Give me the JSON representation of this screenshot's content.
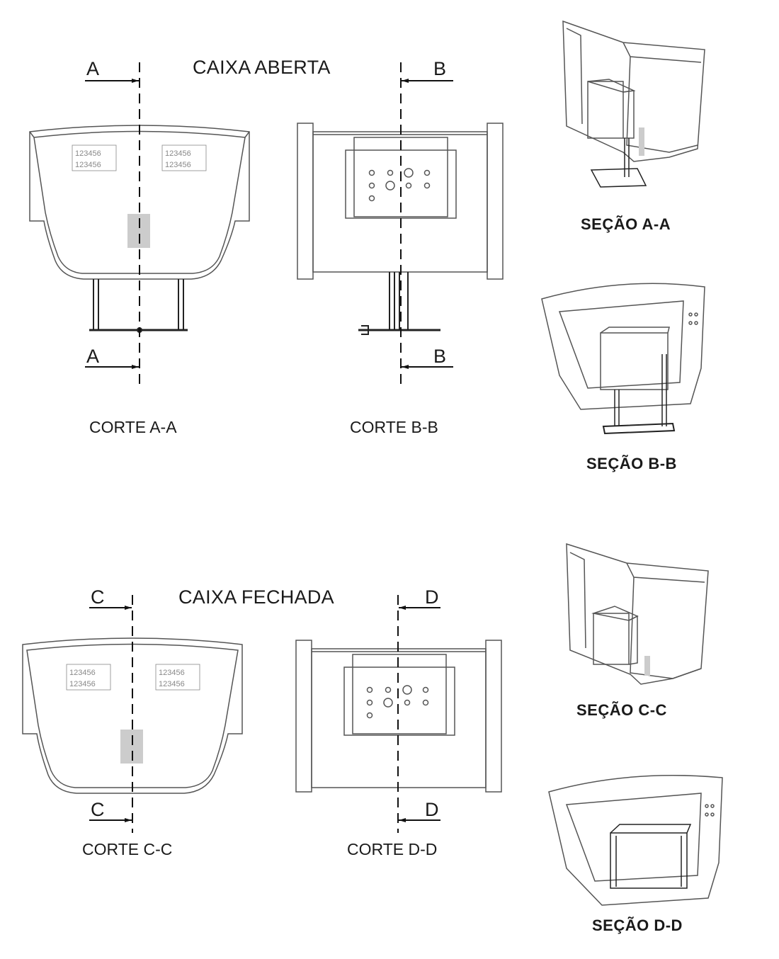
{
  "top": {
    "title": "CAIXA ABERTA",
    "cut_a_letter": "A",
    "cut_b_letter": "B",
    "corte_a": "CORTE A-A",
    "corte_b": "CORTE B-B",
    "secao_a": "SEÇÃO A-A",
    "secao_b": "SEÇÃO B-B"
  },
  "bottom": {
    "title": "CAIXA FECHADA",
    "cut_c_letter": "C",
    "cut_d_letter": "D",
    "corte_c": "CORTE C-C",
    "corte_d": "CORTE D-D",
    "secao_c": "SEÇÃO C-C",
    "secao_d": "SEÇÃO D-D"
  },
  "meter_label": {
    "digits": "123456"
  }
}
